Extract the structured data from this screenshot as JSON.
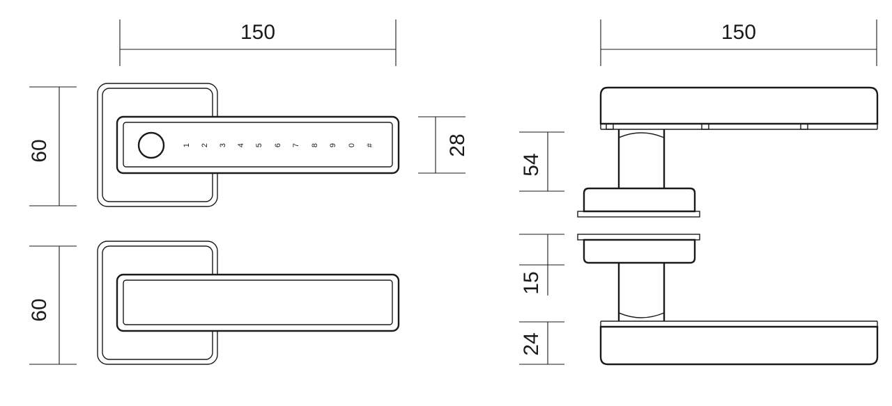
{
  "dimensions": {
    "top_view_width": "150",
    "side_view_width": "150",
    "top_view_height_upper": "60",
    "top_view_height_lower": "60",
    "handle_height": "28",
    "side_spindle_height": "54",
    "side_rose_gap": "15",
    "side_handle_thickness": "24"
  },
  "keypad": {
    "keys": [
      "1",
      "2",
      "3",
      "4",
      "5",
      "6",
      "7",
      "8",
      "9",
      "0",
      "#"
    ]
  },
  "colors": {
    "line": "#1a1a1a",
    "background": "#ffffff"
  }
}
